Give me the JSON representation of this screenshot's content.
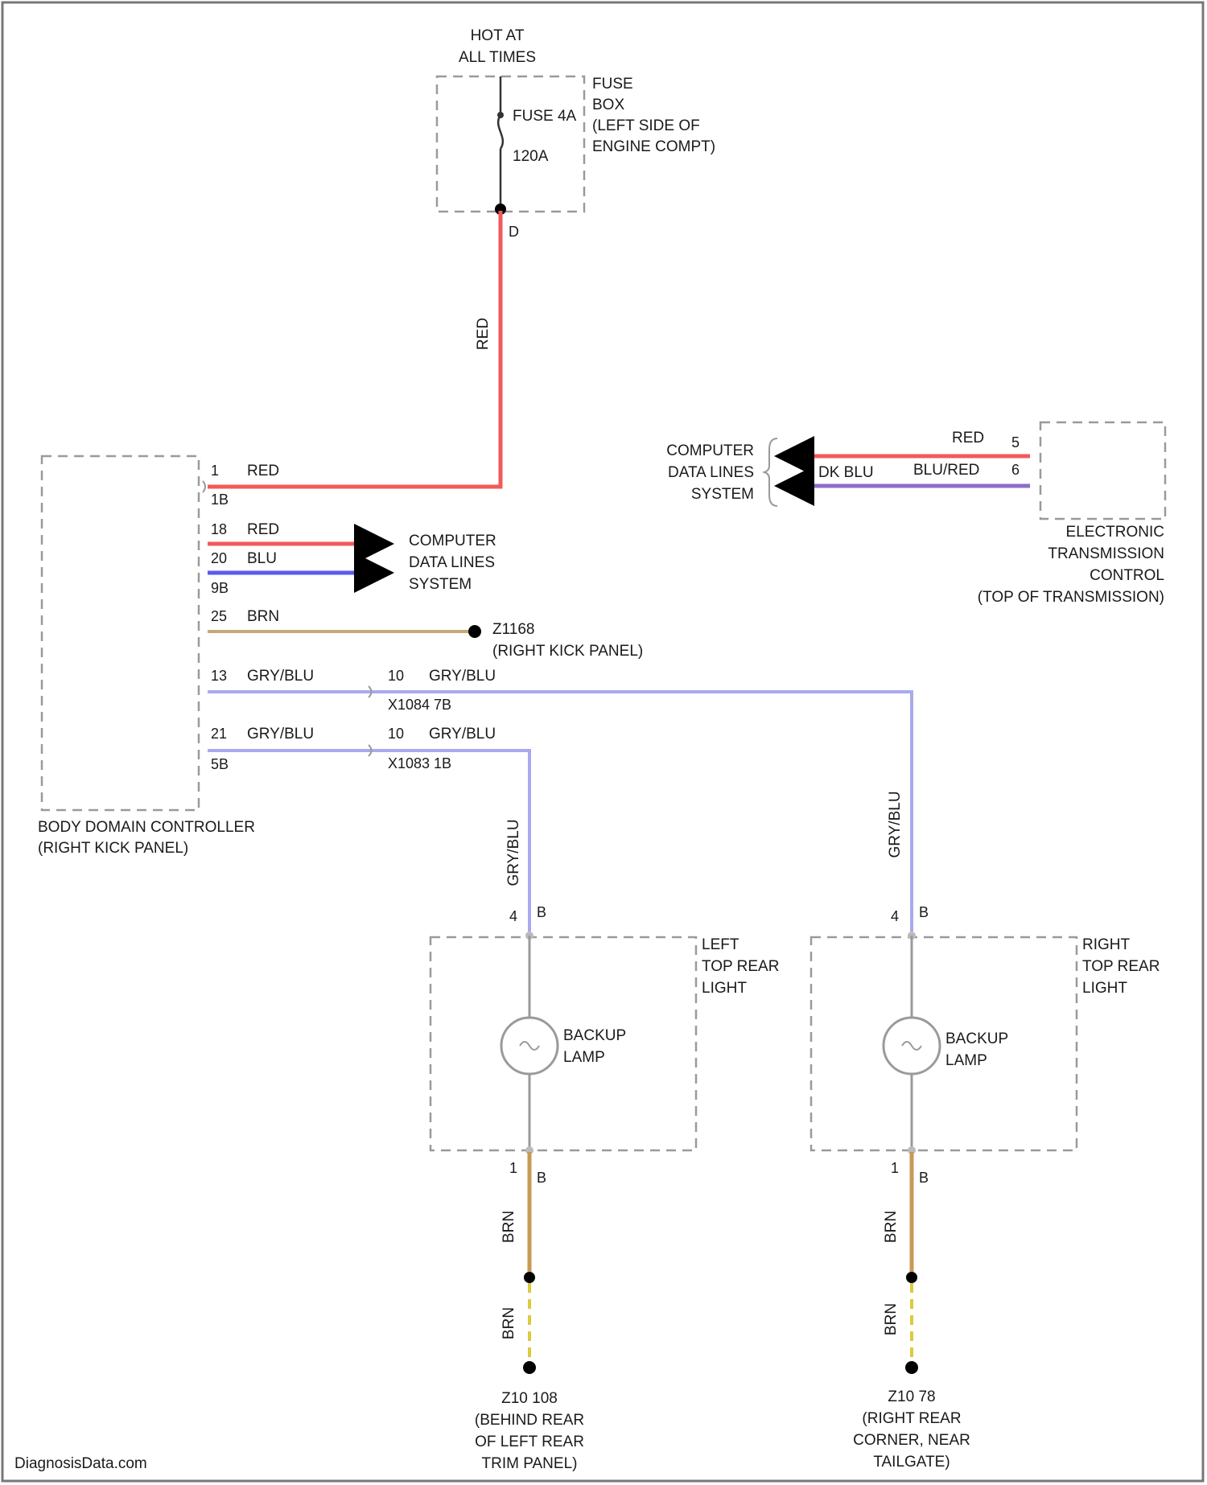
{
  "colors": {
    "red_wire": "#f25a5a",
    "blue_wire": "#5a5af2",
    "grayblue_wire": "#a9a9f0",
    "brown_wire": "#c8a878",
    "darkblue_wire": "#8a6fc8",
    "brown_ground": "#c89a55",
    "ground_dash": "#dccb3a",
    "component_gray": "#9a9a9a"
  },
  "fuse_box": {
    "supply": [
      "HOT AT",
      "ALL TIMES"
    ],
    "fuse_label": "FUSE 4A",
    "fuse_rating": "120A",
    "name": [
      "FUSE",
      "BOX",
      "(LEFT SIDE OF",
      "ENGINE COMPT)"
    ],
    "pin_out": "D",
    "wire_color": "RED"
  },
  "body_controller": {
    "name": [
      "BODY DOMAIN CONTROLLER",
      "(RIGHT KICK PANEL)"
    ],
    "pins": [
      {
        "pin": "1",
        "wire": "RED",
        "connector": "1B"
      },
      {
        "pin": "18",
        "wire": "RED"
      },
      {
        "pin": "20",
        "wire": "BLU",
        "connector": "9B"
      },
      {
        "pin": "25",
        "wire": "BRN"
      },
      {
        "pin": "13",
        "wire": "GRY/BLU"
      },
      {
        "pin": "21",
        "wire": "GRY/BLU",
        "connector": "5B"
      }
    ]
  },
  "data_lines_left": [
    "COMPUTER",
    "DATA LINES",
    "SYSTEM"
  ],
  "ground_z1168": {
    "id": "Z1168",
    "location": "(RIGHT KICK PANEL)"
  },
  "connector_x1084": {
    "pin": "10",
    "wire": "GRY/BLU",
    "name": "X1084 7B"
  },
  "connector_x1083": {
    "pin": "10",
    "wire": "GRY/BLU",
    "name": "X1083 1B"
  },
  "tcm": {
    "data_lines": [
      "COMPUTER",
      "DATA LINES",
      "SYSTEM"
    ],
    "wires": [
      {
        "pin": "5",
        "color": "RED"
      },
      {
        "pin": "6",
        "color": "BLU/RED",
        "extra": "DK BLU"
      }
    ],
    "name": [
      "ELECTRONIC",
      "TRANSMISSION",
      "CONTROL",
      "(TOP OF TRANSMISSION)"
    ]
  },
  "left_lamp": {
    "wire_in": "GRY/BLU",
    "pin_in": "4",
    "conn_in": "B",
    "name": [
      "LEFT",
      "TOP REAR",
      "LIGHT"
    ],
    "lamp": [
      "BACKUP",
      "LAMP"
    ],
    "pin_out": "1",
    "conn_out": "B",
    "wire_out": "BRN",
    "ground_wire": "BRN",
    "ground": [
      "Z10 108",
      "(BEHIND REAR",
      "OF LEFT REAR",
      "TRIM PANEL)"
    ]
  },
  "right_lamp": {
    "wire_in": "GRY/BLU",
    "pin_in": "4",
    "conn_in": "B",
    "name": [
      "RIGHT",
      "TOP REAR",
      "LIGHT"
    ],
    "lamp": [
      "BACKUP",
      "LAMP"
    ],
    "pin_out": "1",
    "conn_out": "B",
    "wire_out": "BRN",
    "ground_wire": "BRN",
    "ground": [
      "Z10 78",
      "(RIGHT REAR",
      "CORNER, NEAR",
      "TAILGATE)"
    ]
  },
  "watermark": "DiagnosisData.com"
}
